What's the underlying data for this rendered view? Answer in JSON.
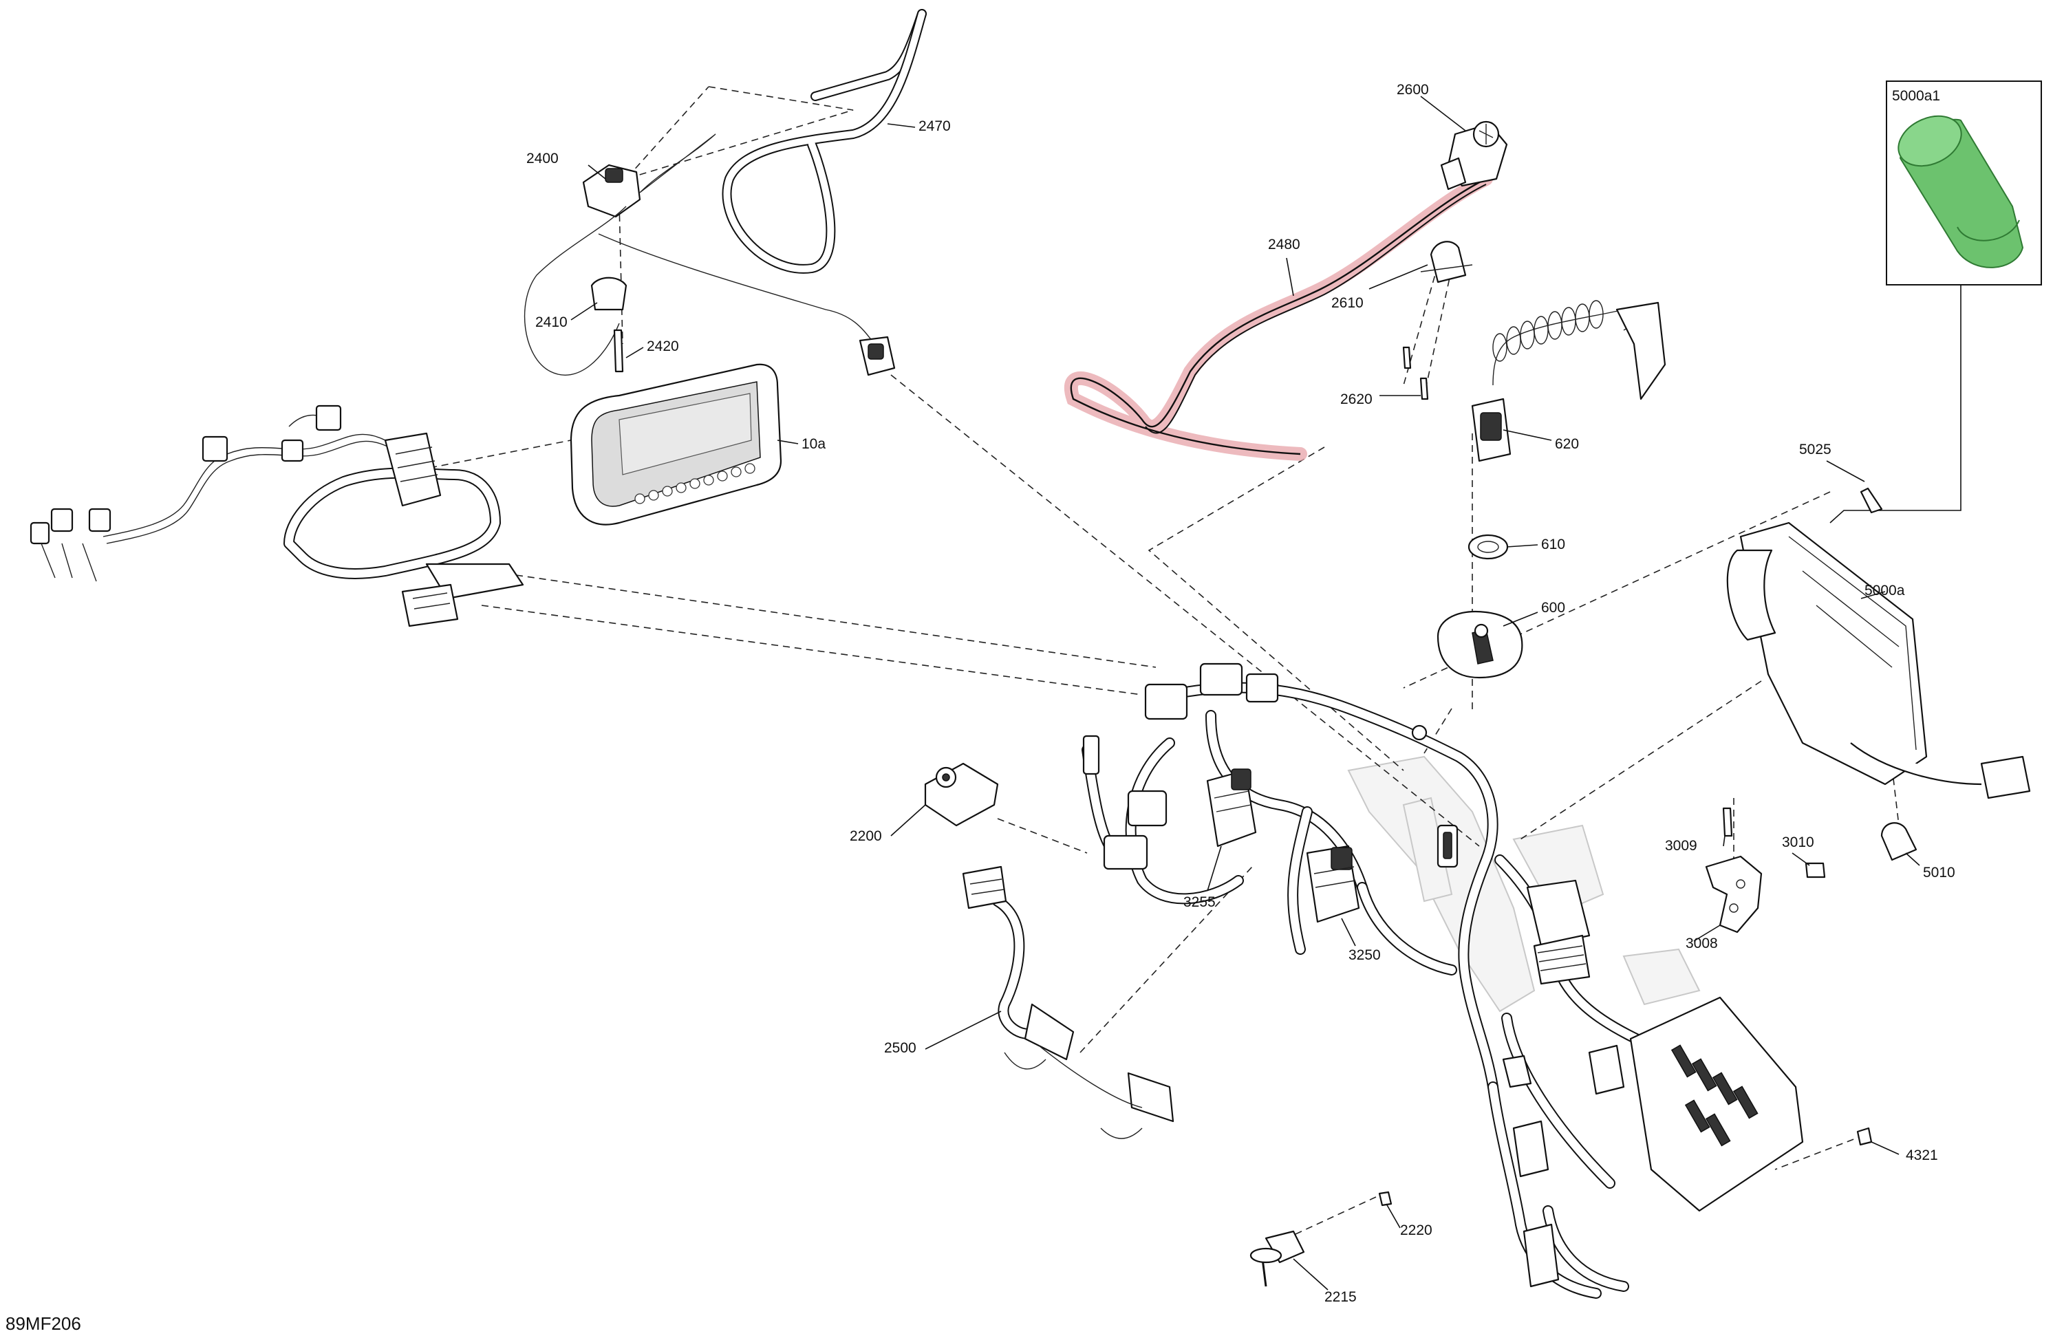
{
  "diagram": {
    "reference_code": "89MF206",
    "highlight_color": "#e7a3a8",
    "accent_green": "#6cc26e",
    "parts": [
      {
        "id": "2400",
        "label": "2400"
      },
      {
        "id": "2470",
        "label": "2470"
      },
      {
        "id": "2410",
        "label": "2410"
      },
      {
        "id": "2420",
        "label": "2420"
      },
      {
        "id": "10a",
        "label": "10a"
      },
      {
        "id": "2600",
        "label": "2600"
      },
      {
        "id": "2480",
        "label": "2480"
      },
      {
        "id": "2610",
        "label": "2610"
      },
      {
        "id": "2620",
        "label": "2620"
      },
      {
        "id": "620",
        "label": "620"
      },
      {
        "id": "610",
        "label": "610"
      },
      {
        "id": "600",
        "label": "600"
      },
      {
        "id": "5000a1",
        "label": "5000a1"
      },
      {
        "id": "5025",
        "label": "5025"
      },
      {
        "id": "5000a",
        "label": "5000a"
      },
      {
        "id": "3009",
        "label": "3009"
      },
      {
        "id": "3010",
        "label": "3010"
      },
      {
        "id": "5010",
        "label": "5010"
      },
      {
        "id": "3008",
        "label": "3008"
      },
      {
        "id": "2200",
        "label": "2200"
      },
      {
        "id": "3255",
        "label": "3255"
      },
      {
        "id": "3250",
        "label": "3250"
      },
      {
        "id": "2500",
        "label": "2500"
      },
      {
        "id": "4321",
        "label": "4321"
      },
      {
        "id": "2220",
        "label": "2220"
      },
      {
        "id": "2215",
        "label": "2215"
      }
    ]
  }
}
